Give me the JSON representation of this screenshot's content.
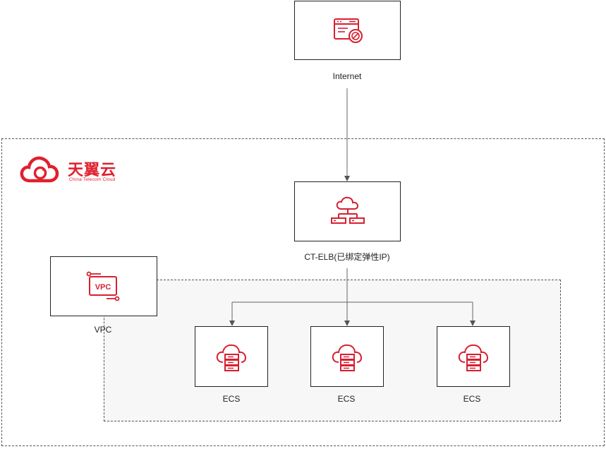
{
  "brand": {
    "name_cn": "天翼云",
    "name_en": "China Telecom Cloud",
    "color": "#e0202e"
  },
  "nodes": {
    "internet": {
      "label": "Internet",
      "icon": "browser-shield-icon"
    },
    "elb": {
      "label": "CT-ELB(已绑定弹性IP)",
      "icon": "cloud-load-balancer-icon"
    },
    "vpc": {
      "label": "VPC",
      "icon": "vpc-icon",
      "icon_text": "VPC"
    },
    "ecs": [
      {
        "label": "ECS",
        "icon": "cloud-server-icon"
      },
      {
        "label": "ECS",
        "icon": "cloud-server-icon"
      },
      {
        "label": "ECS",
        "icon": "cloud-server-icon"
      }
    ]
  },
  "colors": {
    "icon": "#d71f30",
    "connector": "#555555"
  }
}
